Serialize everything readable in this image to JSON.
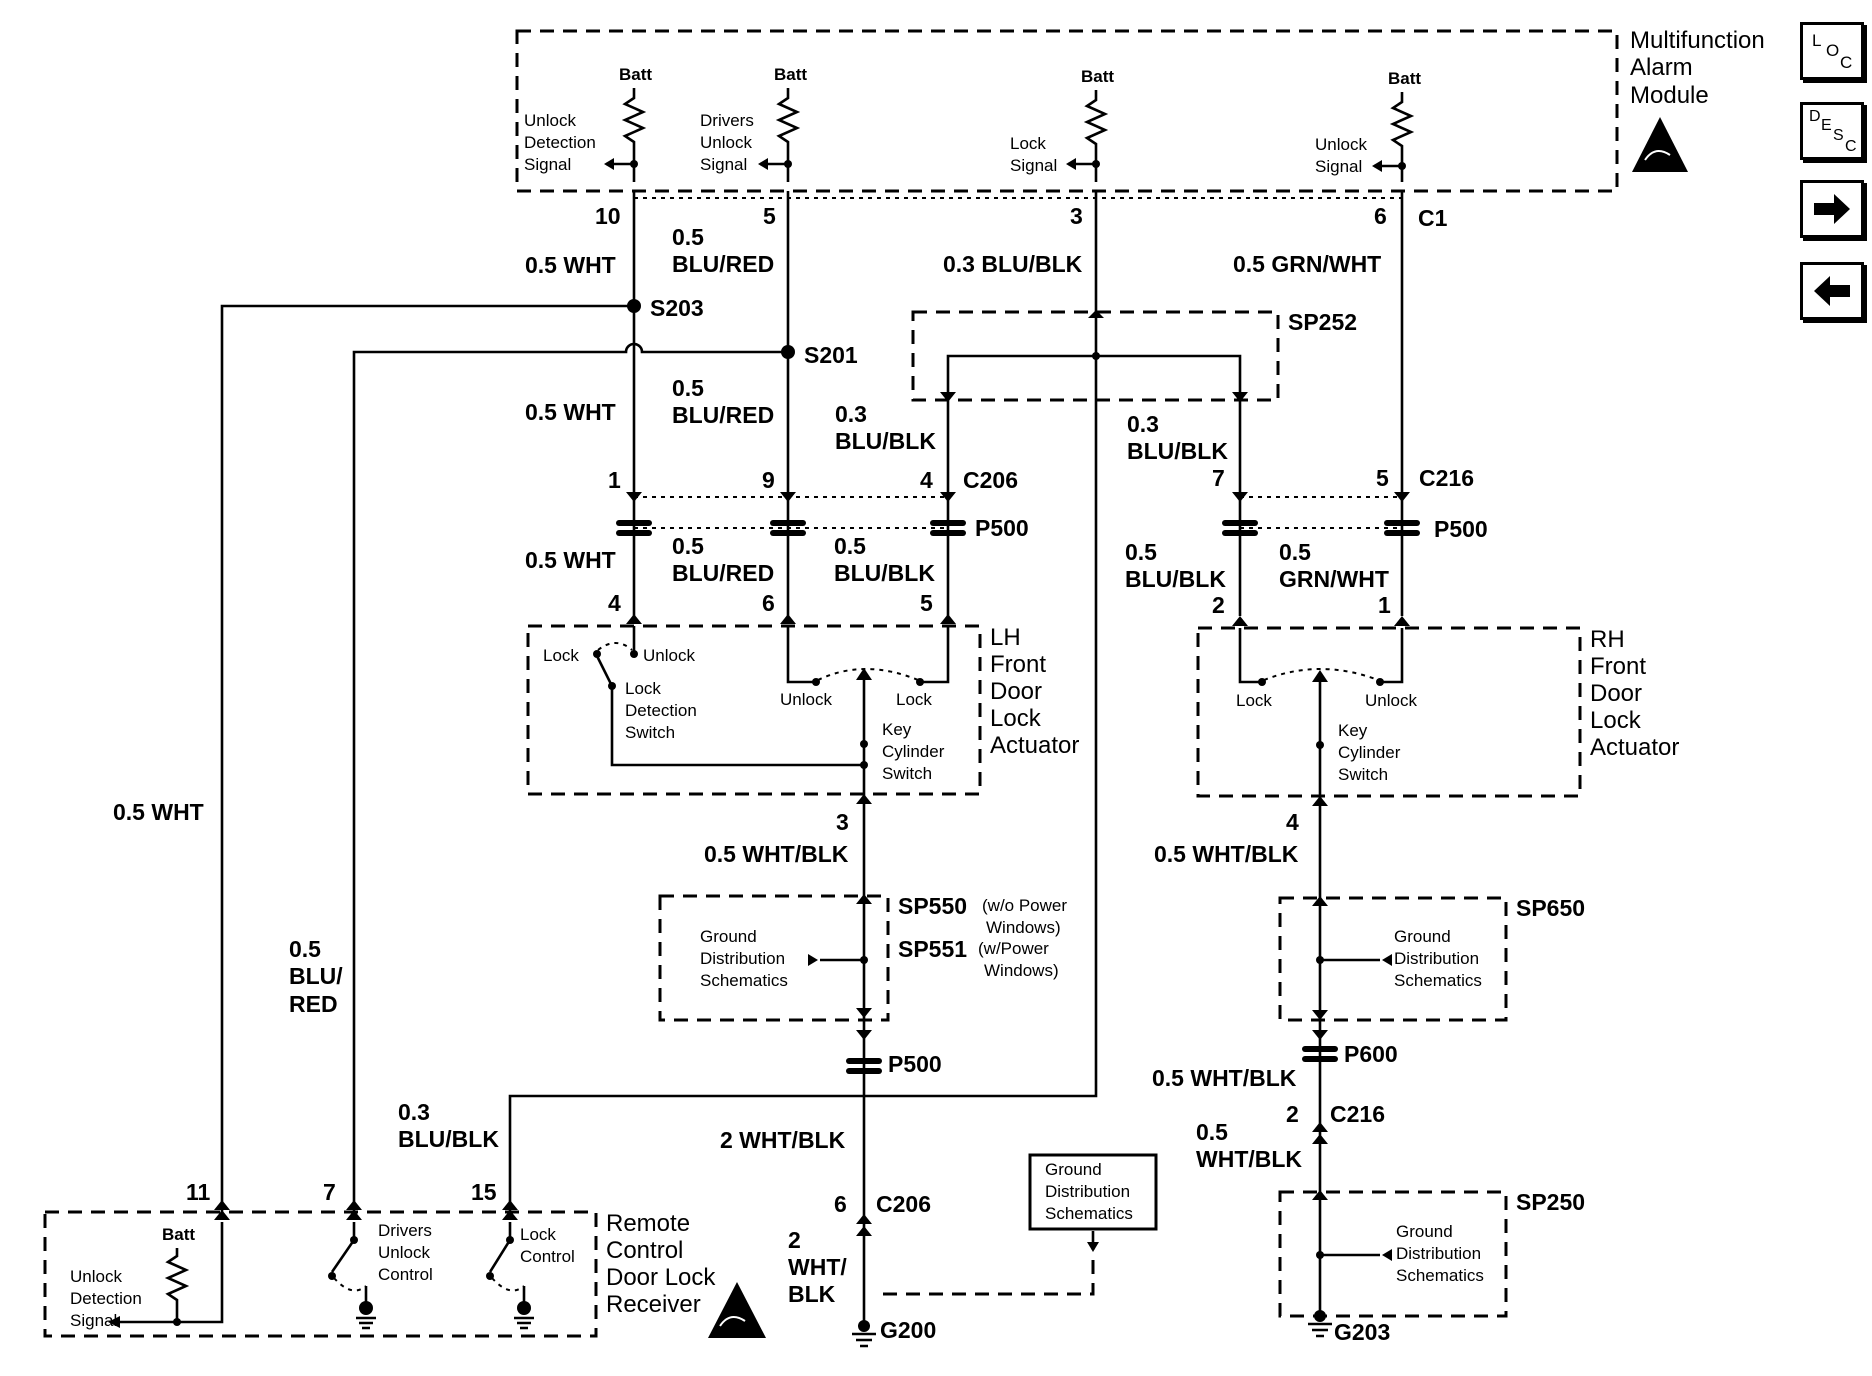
{
  "modules": {
    "mfam": [
      "Multifunction",
      "Alarm",
      "Module"
    ],
    "lh": [
      "LH",
      "Front",
      "Door",
      "Lock",
      "Actuator"
    ],
    "rh": [
      "RH",
      "Front",
      "Door",
      "Lock",
      "Actuator"
    ],
    "rcdlr": [
      "Remote",
      "Control",
      "Door Lock",
      "Receiver"
    ]
  },
  "mfam_inner": {
    "batt": "Batt",
    "sig1": [
      "Unlock",
      "Detection",
      "Signal"
    ],
    "sig2": [
      "Drivers",
      "Unlock",
      "Signal"
    ],
    "sig3": [
      "Lock",
      "Signal"
    ],
    "sig4": [
      "Unlock",
      "Signal"
    ]
  },
  "pins": {
    "m10": "10",
    "m5": "5",
    "m3": "3",
    "m6": "6",
    "c1": "C1",
    "c206_1": "1",
    "c206_9": "9",
    "c206_4": "4",
    "c206": "C206",
    "c216_7": "7",
    "c216_5": "5",
    "c216": "C216",
    "lh4": "4",
    "lh6": "6",
    "lh5": "5",
    "lh3": "3",
    "rh2": "2",
    "rh1": "1",
    "rh4": "4",
    "r11": "11",
    "r7": "7",
    "r15": "15",
    "c216_2": "2",
    "c216b": "C216",
    "c206_6": "6",
    "c206b": "C206"
  },
  "wires": {
    "w_wht": "0.5 WHT",
    "w_blured": [
      "0.5",
      "BLU/RED"
    ],
    "w_03blublk": "0.3 BLU/BLK",
    "w_grnwht": "0.5 GRN/WHT",
    "w2_wht": "0.5 WHT",
    "w2_blured": [
      "0.5",
      "BLU/RED"
    ],
    "w2_blublk_l": [
      "0.3",
      "BLU/BLK"
    ],
    "w2_blublk_r": [
      "0.3",
      "BLU/BLK"
    ],
    "w3_wht": "0.5 WHT",
    "w3_blured": [
      "0.5",
      "BLU/RED"
    ],
    "w3_blublk": [
      "0.5",
      "BLU/BLK"
    ],
    "w3_blublk_r": [
      "0.5",
      "BLU/BLK"
    ],
    "w3_grnwht": [
      "0.5",
      "GRN/WHT"
    ],
    "left_wht": "0.5 WHT",
    "left_blured": [
      "0.5",
      "BLU/",
      "RED"
    ],
    "bot_blublk": [
      "0.3",
      "BLU/BLK"
    ],
    "lh_whtblk": "0.5 WHT/BLK",
    "rh_whtblk": "0.5 WHT/BLK",
    "g_2whtblk": "2 WHT/BLK",
    "g_2whtblk_b": [
      "2",
      "WHT/",
      "BLK"
    ],
    "p600_whtblk": "0.5 WHT/BLK",
    "sp250_whtblk": [
      "0.5",
      "WHT/BLK"
    ]
  },
  "splices": {
    "s203": "S203",
    "s201": "S201",
    "sp252": "SP252",
    "p500a": "P500",
    "p500b": "P500",
    "p500c": "P500",
    "p600": "P600",
    "sp550": "SP550",
    "sp550_note": [
      "(w/o Power",
      "Windows)"
    ],
    "sp551": "SP551",
    "sp551_note": [
      "(w/Power",
      "Windows)"
    ],
    "sp650": "SP650",
    "sp250": "SP250"
  },
  "grounds": {
    "g200": "G200",
    "g203": "G203"
  },
  "ground_dist": [
    "Ground",
    "Distribution",
    "Schematics"
  ],
  "switches": {
    "lock": "Lock",
    "unlock": "Unlock",
    "lds": [
      "Lock",
      "Detection",
      "Switch"
    ],
    "kcs": [
      "Key",
      "Cylinder",
      "Switch"
    ],
    "drivers_unlock": [
      "Drivers",
      "Unlock",
      "Control"
    ],
    "lock_control": [
      "Lock",
      "Control"
    ],
    "rc_unlock_det": [
      "Unlock",
      "Detection",
      "Signal"
    ]
  },
  "nav": {
    "loc": {
      "l1": "L",
      "l2": "O",
      "l3": "C"
    },
    "desc": {
      "l1": "D",
      "l2": "E",
      "l3": "S",
      "l4": "C"
    },
    "next_icon": "arrow-right-icon",
    "prev_icon": "arrow-left-icon"
  }
}
